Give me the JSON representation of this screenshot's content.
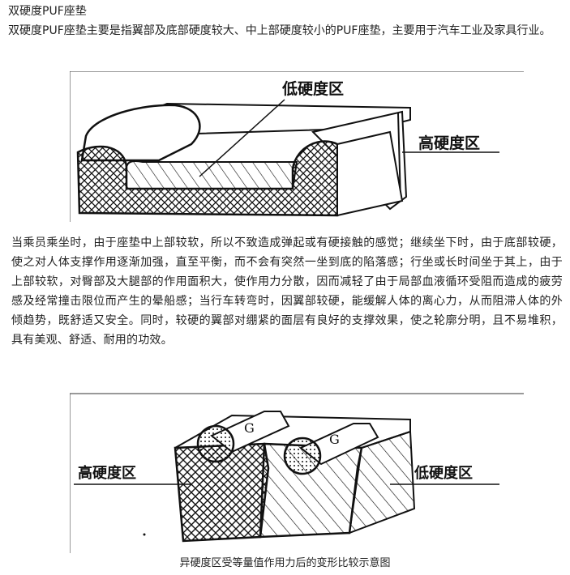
{
  "article": {
    "title": "双硬度PUF座垫",
    "intro": "双硬度PUF座垫主要是指翼部及底部硬度较大、中上部硬度较小的PUF座垫，主要用于汽车工业及家具行业。",
    "body": "当乘员乘坐时，由于座垫中上部较软，所以不致造成弹起或有硬接触的感觉；继续坐下时，由于底部较硬，使之对人体支撑作用逐渐加强，直至平衡，而不会有突然一坐到底的陷落感；行坐或长时间坐于其上，由于上部较软，对臀部及大腿部的作用面积大，使作用力分散，因而减轻了由于局部血液循环受阻而造成的疲劳感及经常撞击限位而产生的晕船感；当行车转弯时，因翼部较硬，能缓解人体的离心力，从而阻滞人体的外倾趋势，既舒适又安全。同时，较硬的翼部对绷紧的面层有良好的支撑效果，使之轮廓分明，且不易堆积，具有美观、舒适、耐用的功效。",
    "caption": "异硬度区受等量值作用力后的变形比较示意图"
  },
  "figure1": {
    "label_low": "低硬度区",
    "label_high": "高硬度区"
  },
  "figure2": {
    "label_high": "高硬度区",
    "label_low": "低硬度区",
    "weight_label_1": "G",
    "weight_label_2": "G"
  }
}
